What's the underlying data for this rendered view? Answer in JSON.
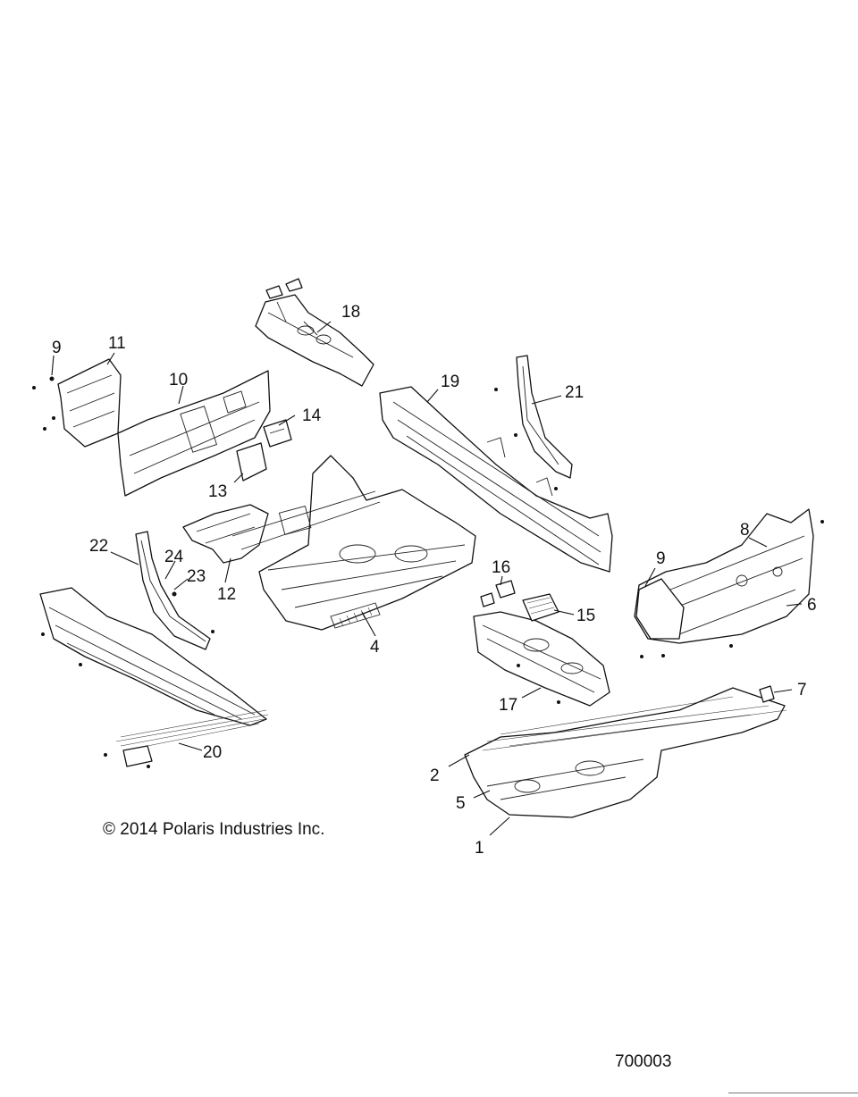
{
  "diagram": {
    "callouts": {
      "c1": "1",
      "c2": "2",
      "c4": "4",
      "c5": "5",
      "c6": "6",
      "c7": "7",
      "c8": "8",
      "c9a": "9",
      "c9b": "9",
      "c10": "10",
      "c11": "11",
      "c12": "12",
      "c13": "13",
      "c14": "14",
      "c15": "15",
      "c16": "16",
      "c17": "17",
      "c18": "18",
      "c19": "19",
      "c20": "20",
      "c21": "21",
      "c22": "22",
      "c23": "23",
      "c24": "24"
    },
    "copyright": "© 2014 Polaris Industries Inc.",
    "drawing_id": "700003"
  }
}
